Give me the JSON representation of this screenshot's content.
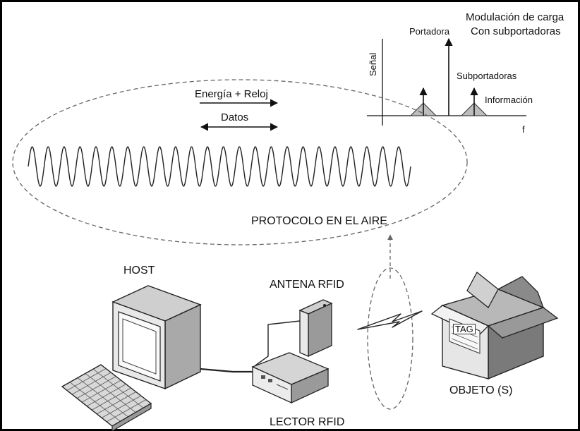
{
  "colors": {
    "frame": "#000000",
    "line": "#111111",
    "dashed": "#666666",
    "box_front": "#e6e6e6",
    "box_side": "#7a7a7a",
    "box_top": "#b8b8b8"
  },
  "spectrum": {
    "title_line1": "Modulación de carga",
    "title_line2": "Con subportadoras",
    "y_axis_label": "Señal",
    "x_axis_label": "f",
    "carrier_label": "Portadora",
    "subcarriers_label": "Subportadoras",
    "information_label": "Información"
  },
  "air": {
    "energy_clock_label": "Energía + Reloj",
    "data_label": "Datos",
    "protocol_label": "PROTOCOLO EN EL AIRE"
  },
  "devices": {
    "host_label": "HOST",
    "antenna_label": "ANTENA RFID",
    "reader_label": "LECTOR RFID",
    "object_label": "OBJETO (S)",
    "tag_text": "TAG"
  }
}
